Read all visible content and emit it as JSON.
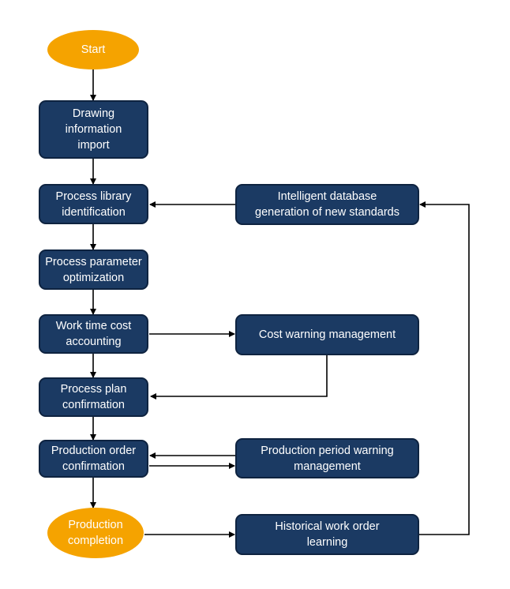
{
  "nodes": {
    "start": "Start",
    "drawing_import": "Drawing\ninformation\nimport",
    "process_library": "Process library\nidentification",
    "param_optimization": "Process parameter\noptimization",
    "work_time_cost": "Work time cost\naccounting",
    "process_plan": "Process plan\nconfirmation",
    "production_order": "Production order\nconfirmation",
    "production_completion": "Production\ncompletion",
    "intelligent_db": "Intelligent database\ngeneration of new standards",
    "cost_warning": "Cost warning management",
    "period_warning": "Production period warning\nmanagement",
    "historical_learning": "Historical work order\nlearning"
  },
  "colors": {
    "box_fill": "#1b3a63",
    "box_border": "#0e2340",
    "terminal_fill": "#f5a300",
    "text": "#ffffff",
    "arrow": "#000000"
  }
}
